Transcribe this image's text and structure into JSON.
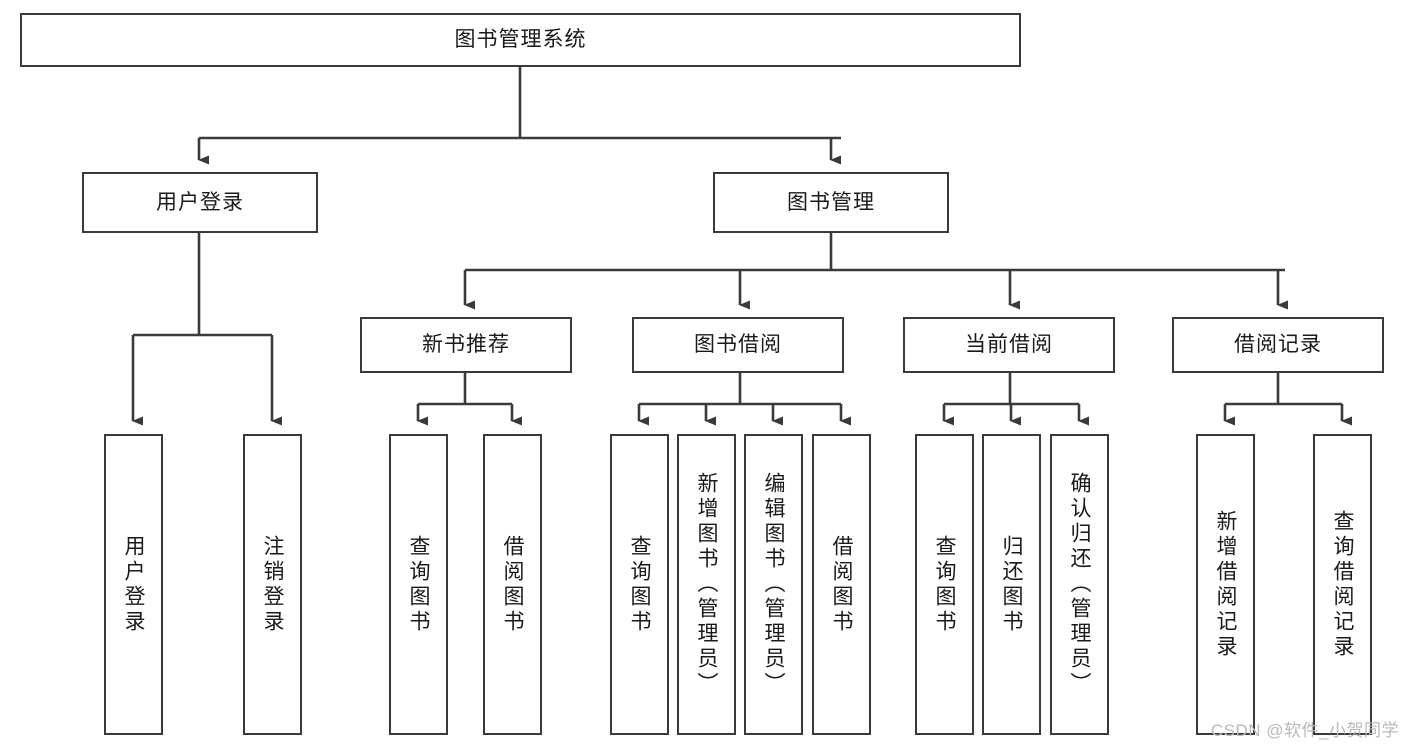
{
  "diagram": {
    "title": "图书管理系统",
    "type": "tree-hierarchy",
    "root": {
      "id": "root",
      "label": "图书管理系统"
    },
    "level2": [
      {
        "id": "user-login",
        "label": "用户登录"
      },
      {
        "id": "book-management",
        "label": "图书管理"
      }
    ],
    "level3": [
      {
        "id": "new-book-recommend",
        "label": "新书推荐",
        "parent": "book-management"
      },
      {
        "id": "book-borrow",
        "label": "图书借阅",
        "parent": "book-management"
      },
      {
        "id": "current-borrow",
        "label": "当前借阅",
        "parent": "book-management"
      },
      {
        "id": "borrow-record",
        "label": "借阅记录",
        "parent": "book-management"
      }
    ],
    "leaves": {
      "user_login": [
        {
          "id": "leaf-user-login",
          "label": "用户登录"
        },
        {
          "id": "leaf-logout",
          "label": "注销登录"
        }
      ],
      "new_book_recommend": [
        {
          "id": "leaf-query-book-1",
          "label": "查询图书"
        },
        {
          "id": "leaf-borrow-book-1",
          "label": "借阅图书"
        }
      ],
      "book_borrow": [
        {
          "id": "leaf-query-book-2",
          "label": "查询图书"
        },
        {
          "id": "leaf-add-book",
          "label": "新增图书（管理员）"
        },
        {
          "id": "leaf-edit-book",
          "label": "编辑图书（管理员）"
        },
        {
          "id": "leaf-borrow-book-2",
          "label": "借阅图书"
        }
      ],
      "current_borrow": [
        {
          "id": "leaf-query-book-3",
          "label": "查询图书"
        },
        {
          "id": "leaf-return-book",
          "label": "归还图书"
        },
        {
          "id": "leaf-confirm-return",
          "label": "确认归还（管理员）"
        }
      ],
      "borrow_record": [
        {
          "id": "leaf-add-record",
          "label": "新增借阅记录"
        },
        {
          "id": "leaf-query-record",
          "label": "查询借阅记录"
        }
      ]
    }
  },
  "watermark": {
    "text": "CSDN @软件_小贺同学"
  },
  "colors": {
    "box_border": "#3a3a3a",
    "connector": "#3a3a3a",
    "background": "#ffffff",
    "text": "#1a1a1a",
    "watermark": "#b9b9b9"
  }
}
